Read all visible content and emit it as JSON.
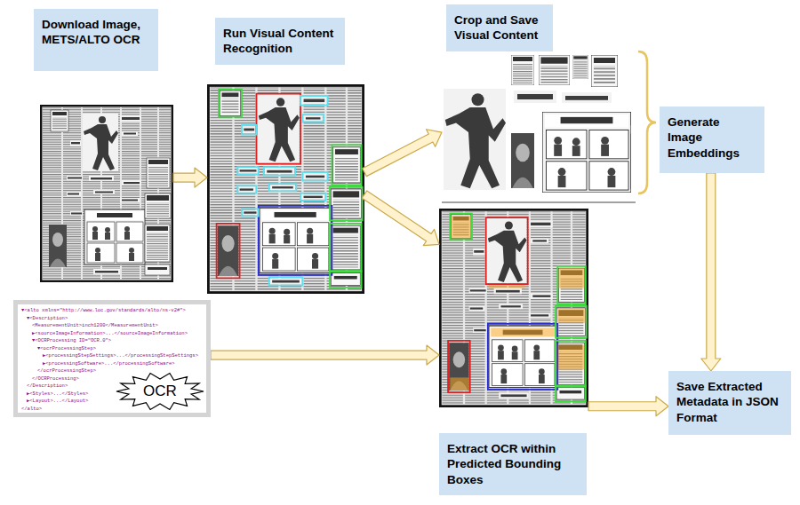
{
  "diagram": {
    "nodes": [
      {
        "text": [
          "Download Image, METS/ALTO OCR"
        ]
      },
      {
        "text": [
          "Run Visual Content Recognition"
        ]
      },
      {
        "text": [
          "Crop and Save Visual Content"
        ]
      },
      {
        "text": [
          "Generate Image Embeddings"
        ]
      },
      {
        "text": [
          "▼<alto xmlns=\"http://www.loc.gov/standards/alto/ns-v2#\">",
          "▼<Description>",
          "<MeasurementUnit>inch1200</MeasurementUnit>",
          "▶<sourceImageInformation>...</sourceImageInformation>",
          "▼<OCRProcessing ID=\"OCR.0\">",
          "▼<ocrProcessingStep>",
          "▶<processingStepSettings>...</processingStepSettings>",
          "▶<processingSoftware>...</processingSoftware>",
          "</ocrProcessingStep>",
          "</OCRProcessing>",
          "</Description>",
          "▶<Styles>...</Styles>",
          "▶<Layout>...</Layout>",
          "</alto>"
        ]
      },
      {
        "text": [
          "OCR"
        ],
        "in": 4
      },
      {
        "text": [
          "Extract OCR within Predicted Bounding Boxes"
        ]
      },
      {
        "text": [
          "Save Extracted Metadata in JSON Format"
        ]
      }
    ],
    "edges": [
      {
        "from": 0,
        "to": 1,
        "arrow": "to"
      },
      {
        "from": 1,
        "to": 2,
        "arrow": "to"
      },
      {
        "from": 1,
        "to": 6,
        "arrow": "to"
      },
      {
        "from": 3,
        "to": 7,
        "arrow": "to"
      },
      {
        "from": 4,
        "to": 6,
        "arrow": "to"
      },
      {
        "from": 6,
        "to": 7,
        "arrow": "to"
      }
    ]
  }
}
